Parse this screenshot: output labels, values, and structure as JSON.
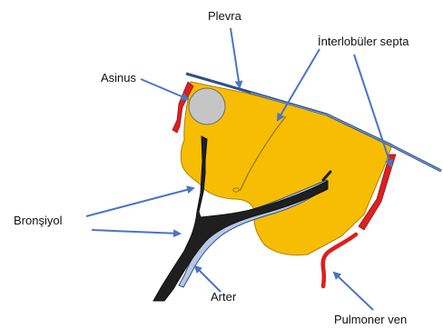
{
  "labels": {
    "plevra": "Plevra",
    "interlobuler_septa": "İnterlobüler septa",
    "asinus": "Asinus",
    "bronsiyol": "Bronşiyol",
    "arter": "Arter",
    "pulmoner_ven": "Pulmoner ven"
  },
  "colors": {
    "lobule_fill": "#f7bd03",
    "lobule_stroke": "#b07f00",
    "septa_red": "#dd1f1f",
    "pleura_line": "#2e4f86",
    "bronchiole": "#1f1f1f",
    "artery": "#b7c7e6",
    "acinus": "#c5c5c5",
    "pointer": "#4a74c6"
  }
}
